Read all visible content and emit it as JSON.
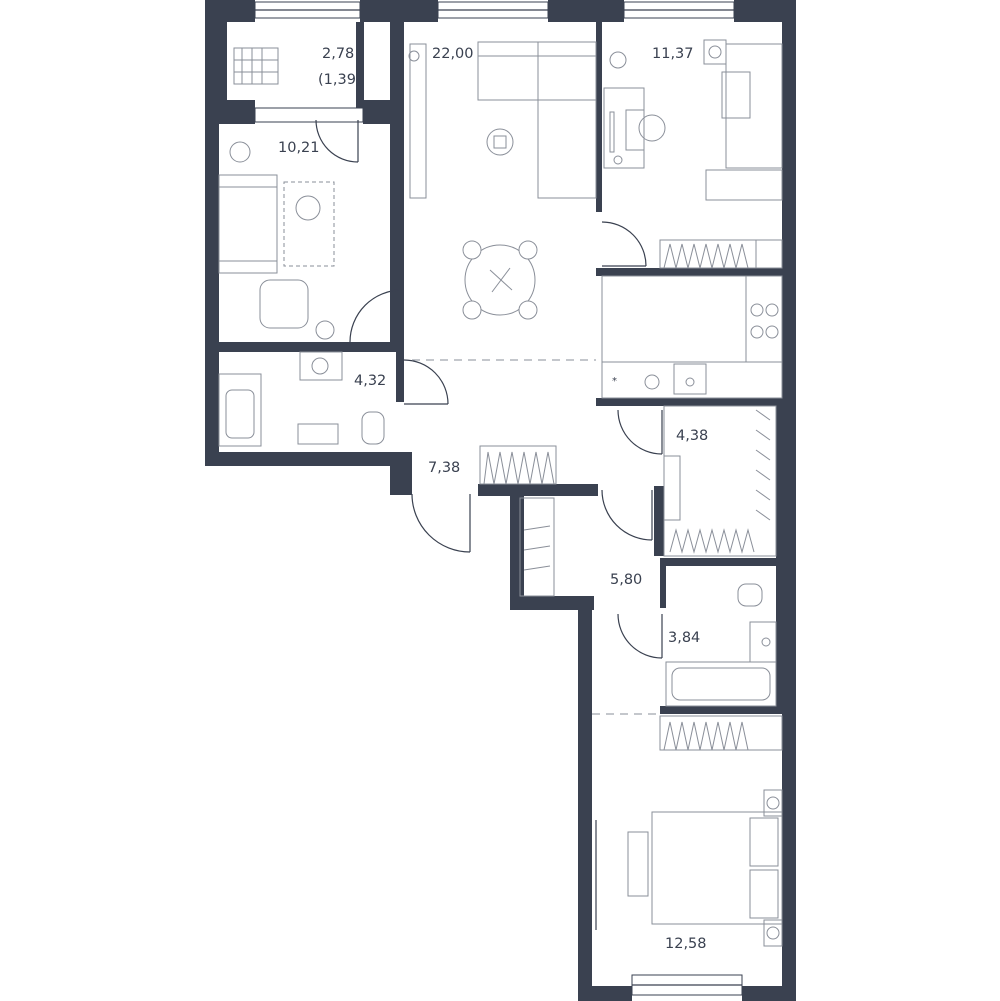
{
  "rooms": [
    {
      "id": "balcony",
      "area": "2,78",
      "sub": "(1,39)"
    },
    {
      "id": "living-kitchen",
      "area": "22,00"
    },
    {
      "id": "bedroom-top-right",
      "area": "11,37"
    },
    {
      "id": "bedroom-left",
      "area": "10,21"
    },
    {
      "id": "bathroom-left",
      "area": "4,32"
    },
    {
      "id": "hallway",
      "area": "7,38"
    },
    {
      "id": "wardrobe",
      "area": "4,38"
    },
    {
      "id": "corridor",
      "area": "5,80"
    },
    {
      "id": "bathroom-right",
      "area": "3,84"
    },
    {
      "id": "bedroom-bottom",
      "area": "12,58"
    }
  ],
  "colors": {
    "wall": "#3a4150",
    "furniture": "#8a8f99",
    "background": "#ffffff"
  }
}
